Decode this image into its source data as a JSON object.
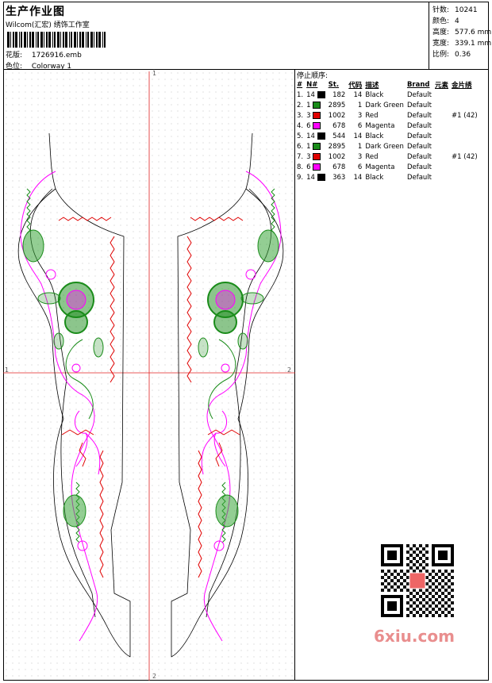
{
  "header": {
    "title": "生产作业图",
    "company": "Wilcom(汇宏) 绣饰工作室",
    "design_label": "花版:",
    "design_value": "1726916.emb",
    "colorway_label": "色位:",
    "colorway_value": "Colorway 1"
  },
  "stats": [
    {
      "label": "针数:",
      "value": "10241"
    },
    {
      "label": "颜色:",
      "value": "4"
    },
    {
      "label": "高度:",
      "value": "577.6 mm"
    },
    {
      "label": "宽度:",
      "value": "339.1 mm"
    },
    {
      "label": "比例:",
      "value": "0.36"
    }
  ],
  "stop_sequence": {
    "title": "停止顺序:",
    "columns": [
      "#",
      "N#",
      "St.",
      "代码",
      "描述",
      "Brand",
      "元素",
      "金片绣"
    ],
    "rows": [
      {
        "idx": "1.",
        "n": "14",
        "color": "#000000",
        "st": "182",
        "code": "14",
        "desc": "Black",
        "brand": "Default",
        "elem": "",
        "seq": ""
      },
      {
        "idx": "2.",
        "n": "1",
        "color": "#1a8c1a",
        "st": "2895",
        "code": "1",
        "desc": "Dark Green",
        "brand": "Default",
        "elem": "",
        "seq": ""
      },
      {
        "idx": "3.",
        "n": "3",
        "color": "#e00000",
        "st": "1002",
        "code": "3",
        "desc": "Red",
        "brand": "Default",
        "elem": "",
        "seq": "#1 (42)"
      },
      {
        "idx": "4.",
        "n": "6",
        "color": "#ff00ff",
        "st": "678",
        "code": "6",
        "desc": "Magenta",
        "brand": "Default",
        "elem": "",
        "seq": ""
      },
      {
        "idx": "5.",
        "n": "14",
        "color": "#000000",
        "st": "544",
        "code": "14",
        "desc": "Black",
        "brand": "Default",
        "elem": "",
        "seq": ""
      },
      {
        "idx": "6.",
        "n": "1",
        "color": "#1a8c1a",
        "st": "2895",
        "code": "1",
        "desc": "Dark Green",
        "brand": "Default",
        "elem": "",
        "seq": ""
      },
      {
        "idx": "7.",
        "n": "3",
        "color": "#e00000",
        "st": "1002",
        "code": "3",
        "desc": "Red",
        "brand": "Default",
        "elem": "",
        "seq": "#1 (42)"
      },
      {
        "idx": "8.",
        "n": "6",
        "color": "#ff00ff",
        "st": "678",
        "code": "6",
        "desc": "Magenta",
        "brand": "Default",
        "elem": "",
        "seq": ""
      },
      {
        "idx": "9.",
        "n": "14",
        "color": "#000000",
        "st": "363",
        "code": "14",
        "desc": "Black",
        "brand": "Default",
        "elem": "",
        "seq": ""
      }
    ]
  },
  "axis_labels": {
    "top": "1",
    "bottom": "2",
    "left": "1",
    "right": "2"
  },
  "watermark": "6xiu.com",
  "colors": {
    "guide": "#e02020",
    "outline": "#000000",
    "green": "#1a8c1a",
    "red": "#e00000",
    "magenta": "#ff00ff"
  }
}
